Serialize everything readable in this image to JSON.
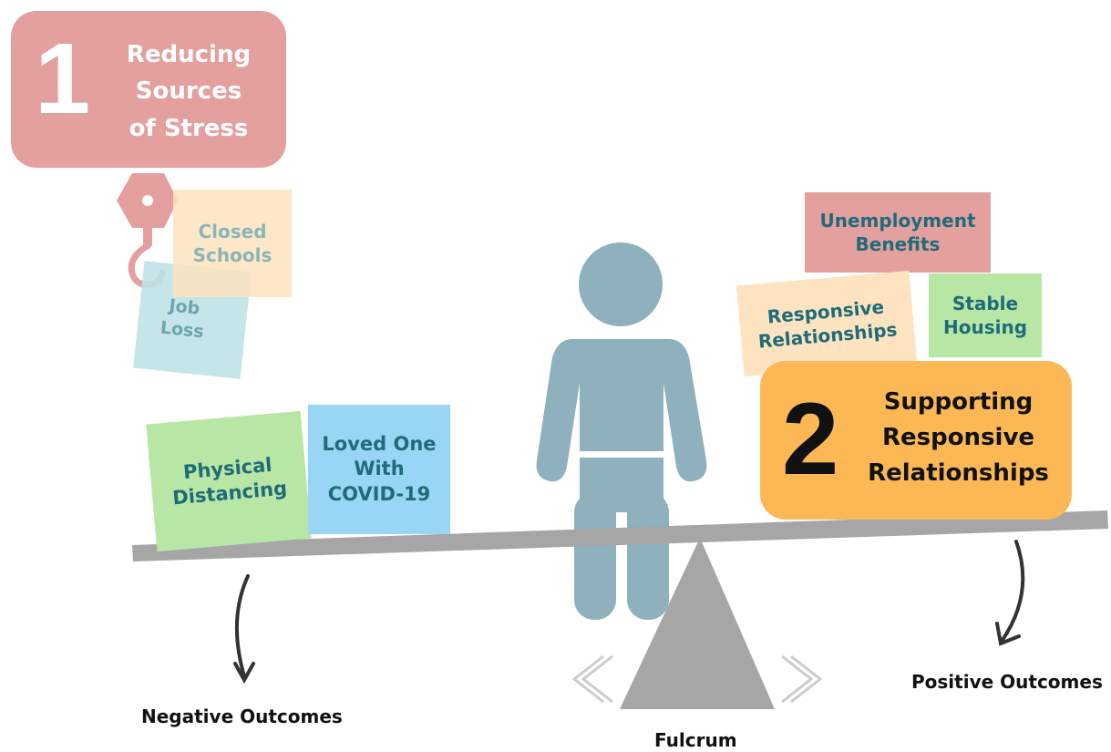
{
  "callout_1": {
    "number": "1",
    "lines": [
      "Reducing",
      "Sources",
      "of Stress"
    ]
  },
  "callout_2": {
    "number": "2",
    "lines": [
      "Supporting",
      "Responsive",
      "Relationships"
    ]
  },
  "stressors": {
    "closed_schools": [
      "Closed",
      "Schools"
    ],
    "job_loss": [
      "Job",
      "Loss"
    ],
    "physical_distancing": [
      "Physical",
      "Distancing"
    ],
    "loved_one": [
      "Loved One",
      "With",
      "COVID-19"
    ]
  },
  "supports": {
    "unemployment": [
      "Unemployment",
      "Benefits"
    ],
    "responsive": [
      "Responsive",
      "Relationships"
    ],
    "housing": [
      "Stable",
      "Housing"
    ]
  },
  "labels": {
    "negative": "Negative Outcomes",
    "positive": "Positive Outcomes",
    "fulcrum": "Fulcrum"
  },
  "colors": {
    "pink": "#e3a09e",
    "peach": "#fde3c0",
    "teal_light": "#bfe3e6",
    "green": "#b8e6a5",
    "blue": "#99d5f5",
    "orange": "#fbb854",
    "person": "#8fb0bd",
    "beam": "#a6a6a6",
    "text_teal": "#1f6b78"
  }
}
